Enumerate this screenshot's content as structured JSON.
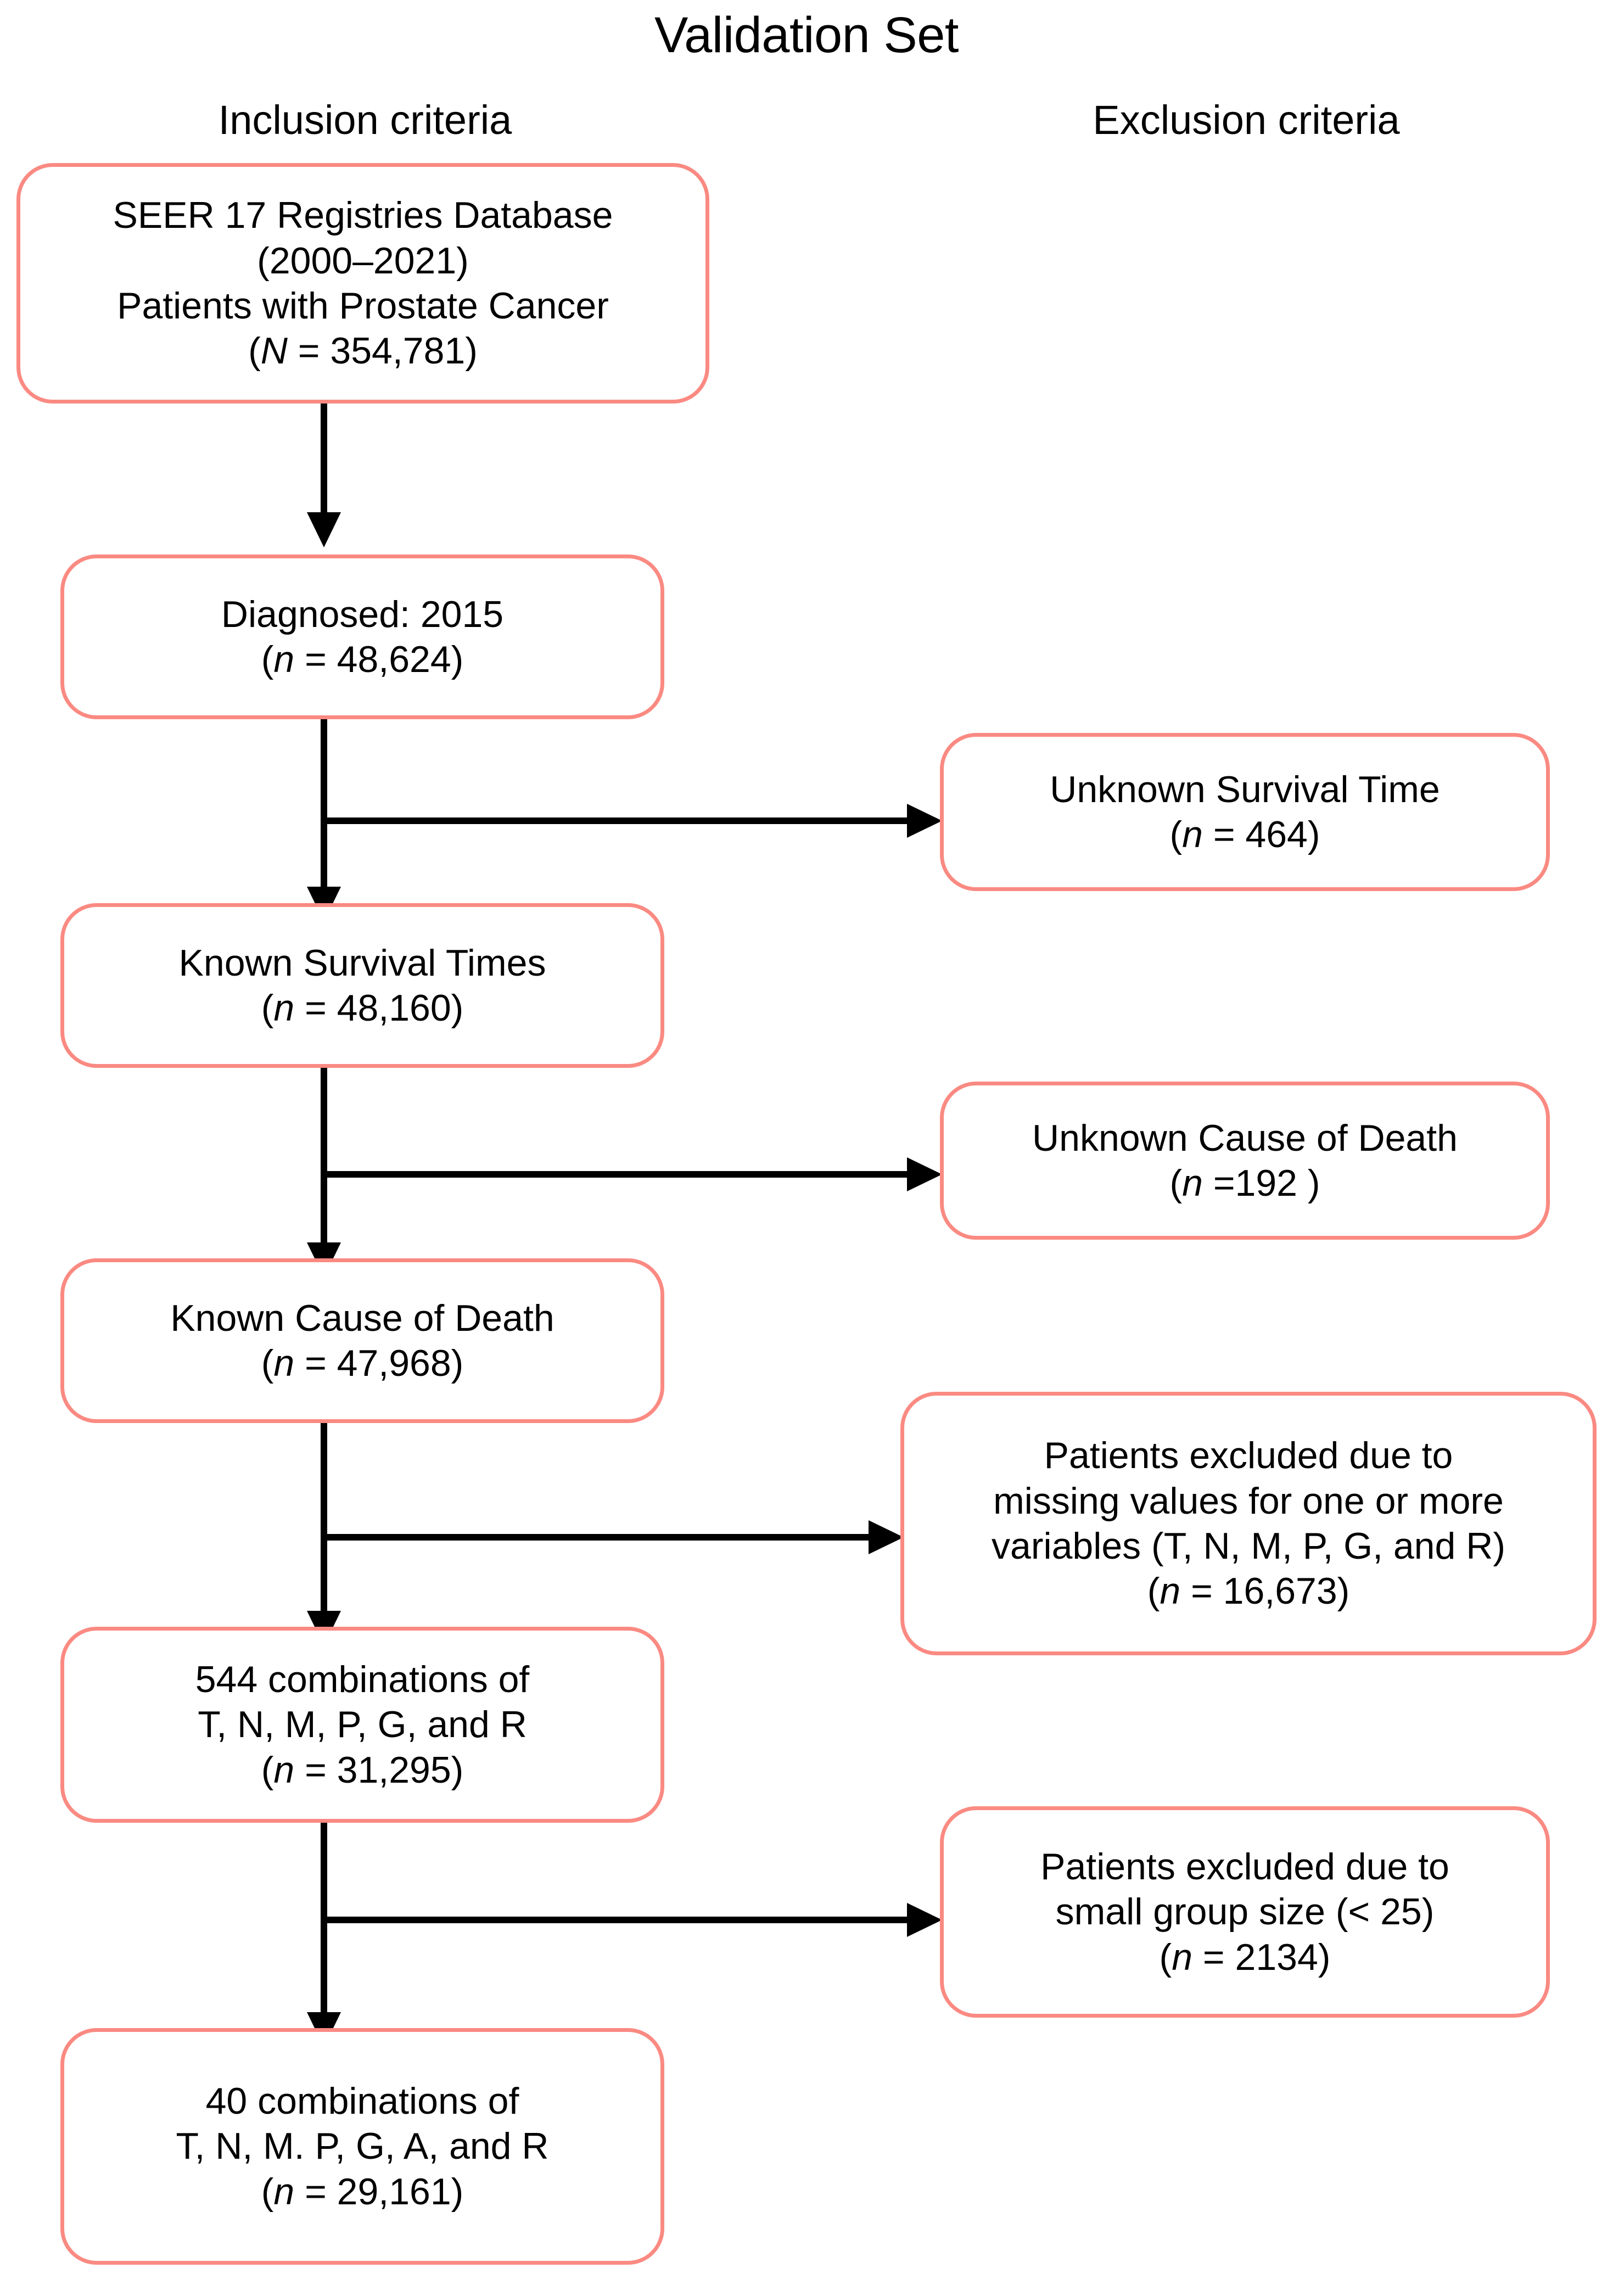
{
  "figure": {
    "title": "Validation Set",
    "columns": {
      "inclusion_header": "Inclusion criteria",
      "exclusion_header": "Exclusion criteria"
    },
    "accent_color": "#fa8a82",
    "connector_color": "#000000",
    "background_color": "#ffffff"
  },
  "chart_data": {
    "type": "diagram",
    "title": "Validation Set",
    "diagram_kind": "patient-selection-flowchart",
    "columns": [
      "Inclusion criteria",
      "Exclusion criteria"
    ],
    "inclusion_nodes": [
      {
        "id": "source-cohort",
        "lines": [
          "SEER 17 Registries Database",
          "(2000–2021)",
          "Patients with Prostate Cancer",
          "(N = 354,781)"
        ],
        "count_symbol": "N",
        "count": 354781
      },
      {
        "id": "diagnosed-2015",
        "lines": [
          "Diagnosed: 2015",
          "(n = 48,624)"
        ],
        "count_symbol": "n",
        "count": 48624
      },
      {
        "id": "known-survival-times",
        "lines": [
          "Known Survival Times",
          "(n = 48,160)"
        ],
        "count_symbol": "n",
        "count": 48160
      },
      {
        "id": "known-cause-of-death",
        "lines": [
          "Known Cause of Death",
          "(n = 47,968)"
        ],
        "count_symbol": "n",
        "count": 47968
      },
      {
        "id": "combinations-544",
        "lines": [
          "544 combinations of",
          "T, N, M, P, G, and R",
          "(n = 31,295)"
        ],
        "count_symbol": "n",
        "count": 31295,
        "combinations": 544
      },
      {
        "id": "combinations-40",
        "lines": [
          "40 combinations of",
          "T, N, M. P, G, A, and R",
          "(n = 29,161)"
        ],
        "count_symbol": "n",
        "count": 29161,
        "combinations": 40
      }
    ],
    "exclusion_nodes": [
      {
        "id": "unknown-survival-time",
        "lines": [
          "Unknown Survival Time",
          "(n = 464)"
        ],
        "count_symbol": "n",
        "count": 464,
        "from": "diagnosed-2015"
      },
      {
        "id": "unknown-cause-of-death",
        "lines": [
          "Unknown Cause of Death",
          "(n =192 )"
        ],
        "count_symbol": "n",
        "count": 192,
        "from": "known-survival-times"
      },
      {
        "id": "missing-values",
        "lines": [
          "Patients excluded due to",
          "missing values for one or more",
          "variables (T, N, M, P, G, and R)",
          "(n = 16,673)"
        ],
        "count_symbol": "n",
        "count": 16673,
        "from": "known-cause-of-death"
      },
      {
        "id": "small-group-size",
        "lines": [
          "Patients excluded due to",
          "small group size (< 25)",
          "(n = 2134)"
        ],
        "count_symbol": "n",
        "count": 2134,
        "from": "combinations-544"
      }
    ],
    "flow_edges": [
      {
        "from": "source-cohort",
        "to": "diagnosed-2015",
        "kind": "down"
      },
      {
        "from": "diagnosed-2015",
        "to": "known-survival-times",
        "kind": "down"
      },
      {
        "from": "diagnosed-2015",
        "to": "unknown-survival-time",
        "kind": "right"
      },
      {
        "from": "known-survival-times",
        "to": "known-cause-of-death",
        "kind": "down"
      },
      {
        "from": "known-survival-times",
        "to": "unknown-cause-of-death",
        "kind": "right"
      },
      {
        "from": "known-cause-of-death",
        "to": "combinations-544",
        "kind": "down"
      },
      {
        "from": "known-cause-of-death",
        "to": "missing-values",
        "kind": "right"
      },
      {
        "from": "combinations-544",
        "to": "combinations-40",
        "kind": "down"
      },
      {
        "from": "combinations-544",
        "to": "small-group-size",
        "kind": "right"
      }
    ]
  },
  "nodes": {
    "source_cohort": "SEER 17 Registries Database\n(2000–2021)\nPatients with Prostate Cancer\n(N = 354,781)",
    "diagnosed_2015": "Diagnosed: 2015\n(n = 48,624)",
    "known_survival_times": "Known Survival Times\n(n = 48,160)",
    "known_cause_death": "Known Cause of Death\n(n = 47,968)",
    "combinations_544": "544 combinations of\nT, N, M, P, G, and R\n(n = 31,295)",
    "combinations_40": "40 combinations of\nT, N, M. P, G, A, and R\n(n = 29,161)",
    "unknown_survival_time": "Unknown Survival Time\n(n = 464)",
    "unknown_cause_death": "Unknown Cause of Death\n(n =192 )",
    "missing_values": "Patients excluded due to\nmissing values for one or more\nvariables (T, N, M, P, G, and R)\n(n = 16,673)",
    "small_group_size": "Patients excluded due to\nsmall group size (< 25)\n(n = 2134)"
  }
}
